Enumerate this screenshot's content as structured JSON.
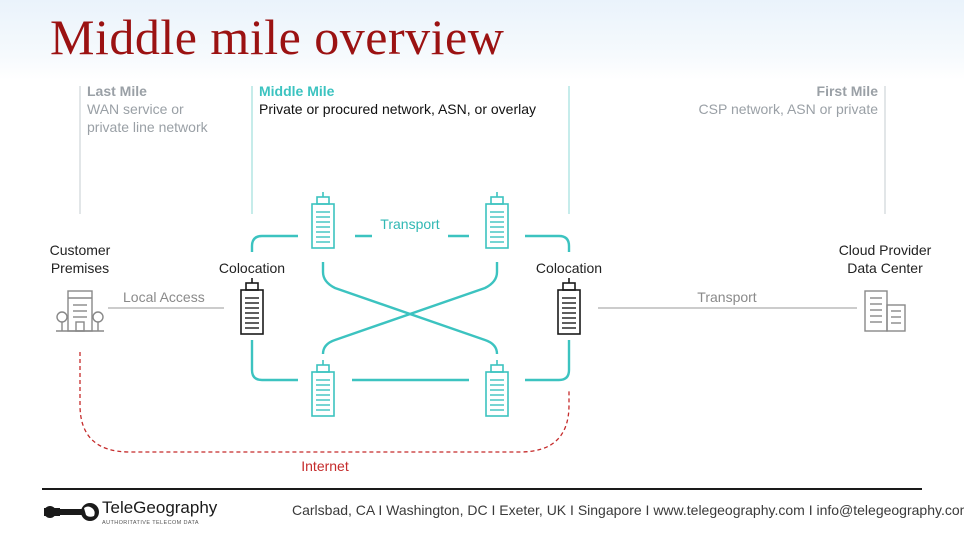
{
  "title": "Middle mile overview",
  "segments": {
    "last_mile": {
      "heading": "Last Mile",
      "line1": "WAN service or",
      "line2": "private line network"
    },
    "middle_mile": {
      "heading": "Middle Mile",
      "line1": "Private or procured network, ASN, or overlay"
    },
    "first_mile": {
      "heading": "First Mile",
      "line1": "CSP network, ASN or private"
    }
  },
  "nodes": {
    "customer": {
      "line1": "Customer",
      "line2": "Premises"
    },
    "colocation_left": "Colocation",
    "colocation_right": "Colocation",
    "cloud": {
      "line1": "Cloud Provider",
      "line2": "Data Center"
    }
  },
  "links": {
    "local_access": "Local Access",
    "transport_middle": "Transport",
    "transport_right": "Transport",
    "internet": "Internet"
  },
  "footer": {
    "brand": "TeleGeography",
    "tagline": "AUTHORITATIVE TELECOM DATA",
    "contact": "Carlsbad, CA I Washington, DC I Exeter, UK I Singapore I www.telegeography.com I info@telegeography.com"
  },
  "colors": {
    "title": "#9b1212",
    "teal": "#3cc3c0",
    "internet": "#c52b2b",
    "muted": "#9aa0a6"
  },
  "icons": [
    "customer-building-icon",
    "colocation-building-icon",
    "network-building-icon",
    "cloud-datacenter-icon",
    "globe-icon"
  ]
}
